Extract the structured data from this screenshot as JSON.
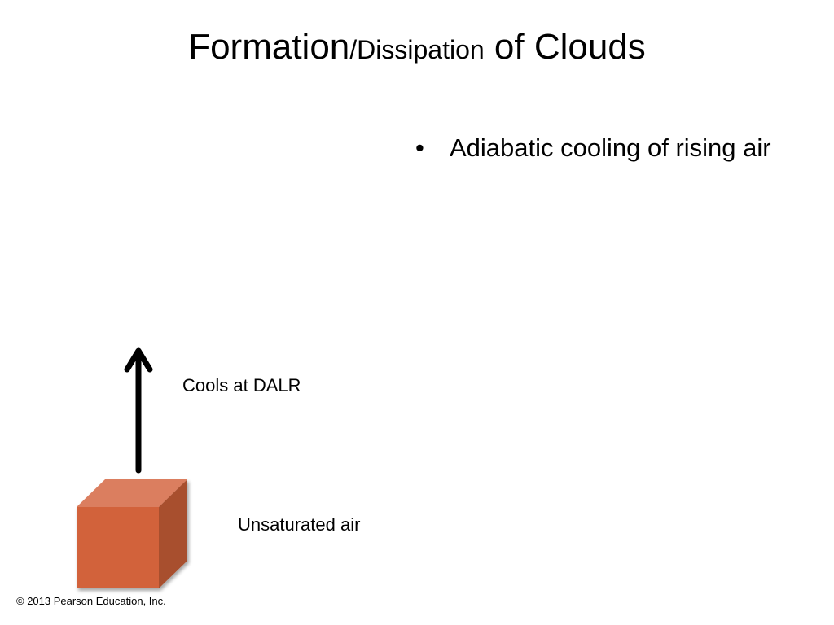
{
  "slide": {
    "title_part1": "Formation",
    "title_part2": "/Dissipation",
    "title_part3": " of Clouds",
    "bullets": [
      {
        "glyph": "•",
        "text": "Adiabatic cooling of rising air"
      }
    ]
  },
  "diagram": {
    "arrow_label": "Cools at DALR",
    "parcel_label": "Unsaturated air",
    "colors": {
      "cube_front": "#D2623A",
      "cube_top": "#DB7E5F",
      "cube_side": "#A84F2E",
      "arrow": "#000000"
    }
  },
  "footer": {
    "copyright": "© 2013 Pearson Education, Inc."
  }
}
